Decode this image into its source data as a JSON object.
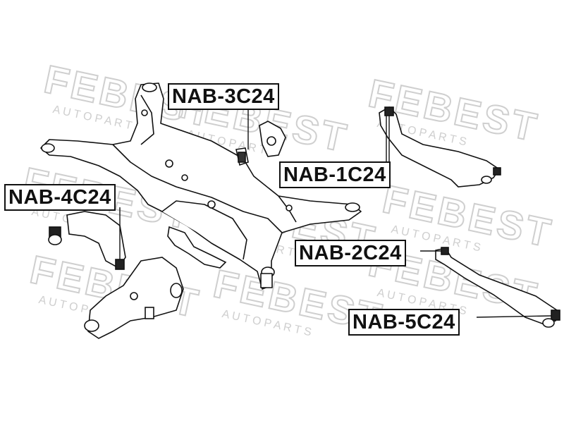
{
  "watermark": {
    "brand": "FEBEST",
    "tagline": "A U T O   P A R T S"
  },
  "labels": {
    "nab_3c24": "NAB-3C24",
    "nab_1c24": "NAB-1C24",
    "nab_4c24": "NAB-4C24",
    "nab_2c24": "NAB-2C24",
    "nab_5c24": "NAB-5C24"
  },
  "colors": {
    "line": "#111111",
    "watermark": "#d4d4d4",
    "background": "#ffffff"
  }
}
